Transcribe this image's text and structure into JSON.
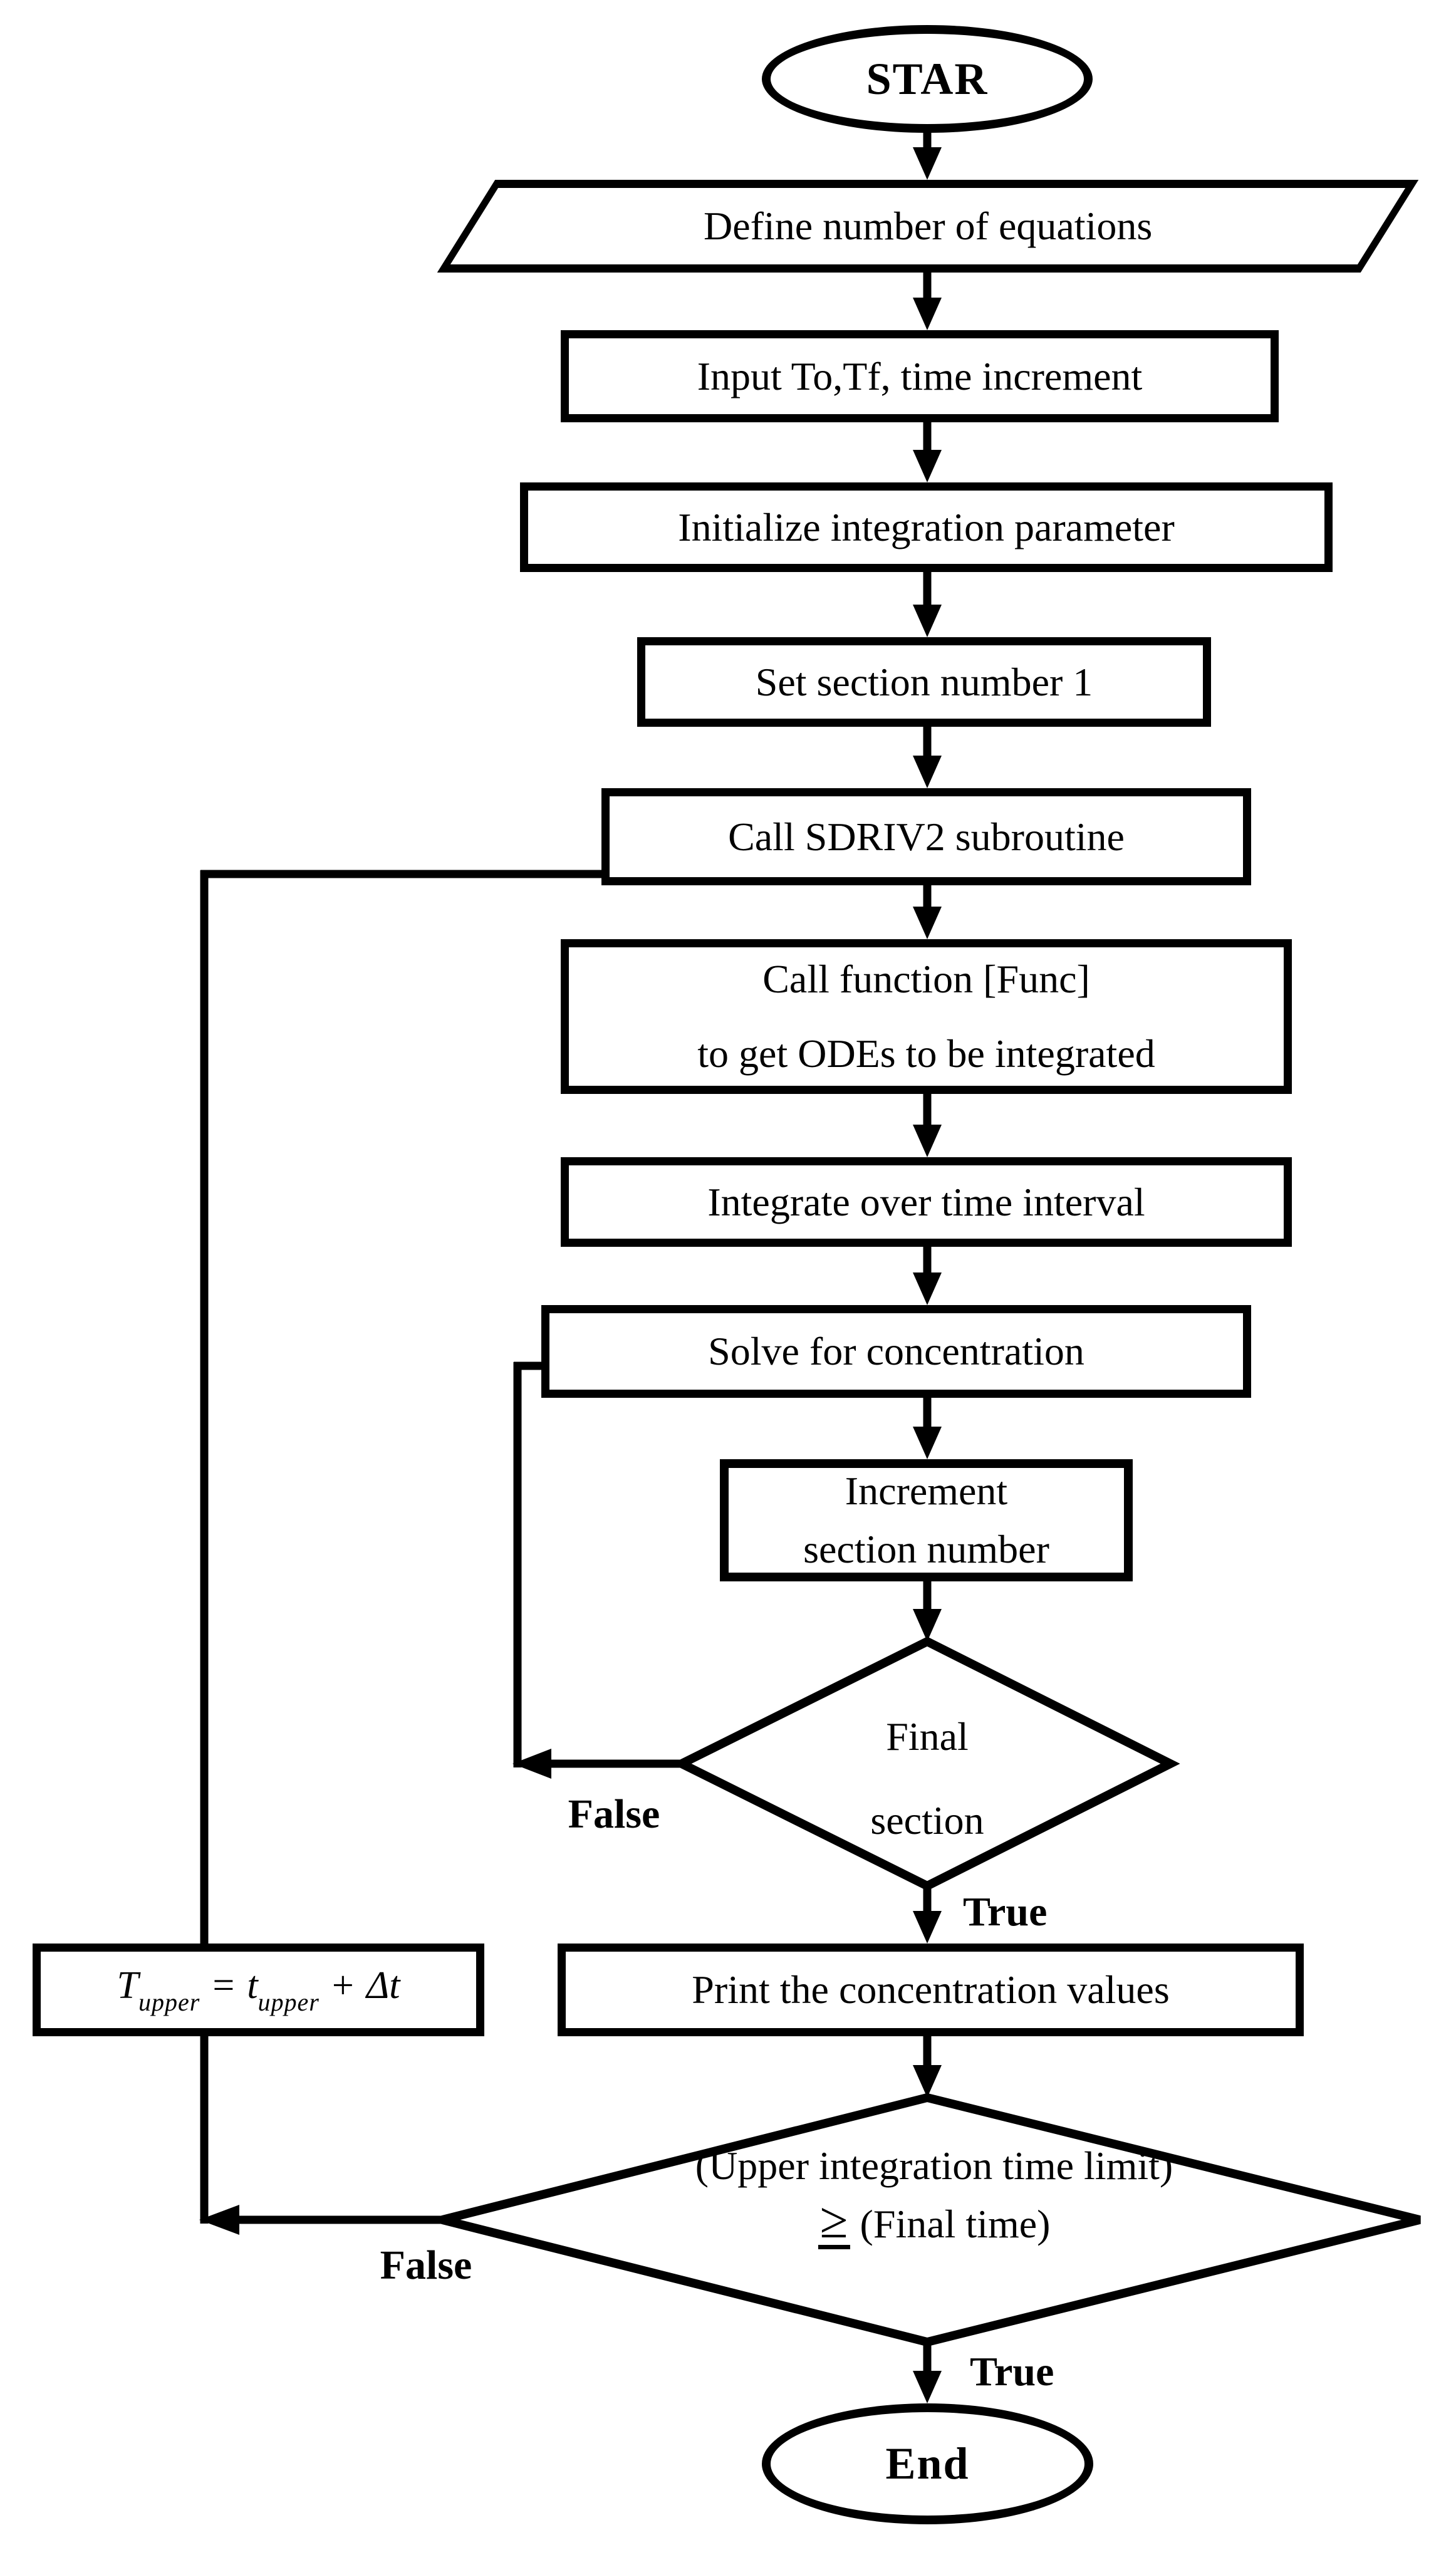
{
  "diagram": {
    "title_hint": "Flowchart of ODE integration program",
    "colors": {
      "line": "#000000",
      "background": "#ffffff",
      "text": "#000000"
    },
    "nodes": {
      "start": "STAR",
      "define_equations": "Define number of equations",
      "input_time": "Input To,Tf, time increment",
      "initialize": "Initialize integration parameter",
      "set_section": "Set section number 1",
      "call_sdriv2": "Call SDRIV2 subroutine",
      "call_func_line1": "Call function [Func]",
      "call_func_line2": "to get ODEs to be integrated",
      "integrate": "Integrate over time interval",
      "solve": "Solve for concentration",
      "increment_line1": "Increment",
      "increment_line2": "section number",
      "final_section_line1": "Final",
      "final_section_line2": "section",
      "print_values": "Print the concentration values",
      "time_update": {
        "lhs_base": "T",
        "lhs_sub": "upper",
        "equals": "=",
        "rhs_base": "t",
        "rhs_sub": "upper",
        "plus": "+",
        "delta": "Δt"
      },
      "time_check_line1": "(Upper integration time limit)",
      "time_check_symbol": "≥",
      "time_check_line2": "(Final time)",
      "end": "End"
    },
    "edge_labels": {
      "final_section_false": "False",
      "final_section_true": "True",
      "time_check_false": "False",
      "time_check_true": "True"
    }
  }
}
